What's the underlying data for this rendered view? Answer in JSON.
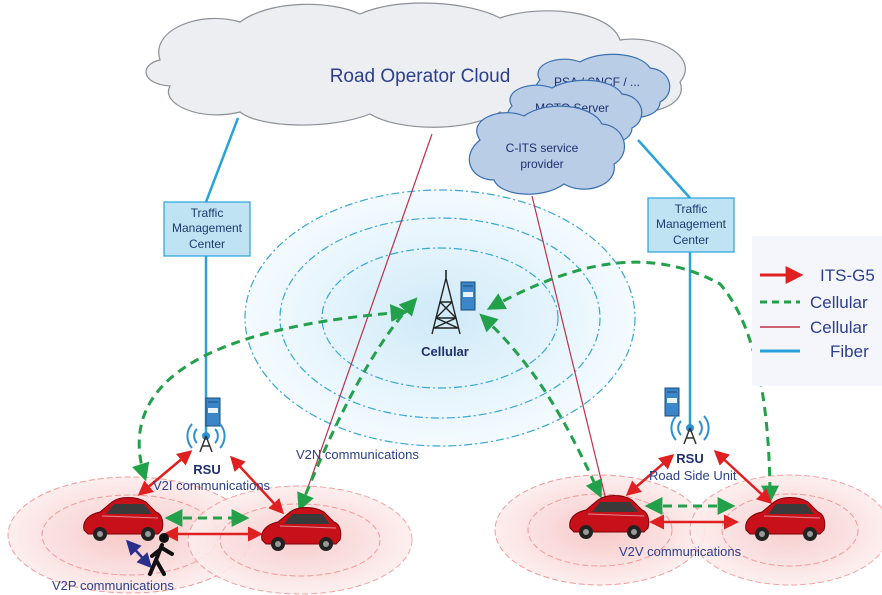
{
  "cloud": {
    "road_operator": "Road Operator Cloud",
    "psa": "PSA / SNCF / ...",
    "mcto": "MCTO Server",
    "cits_line1": "C-ITS service",
    "cits_line2": "provider"
  },
  "tmc_left": {
    "line1": "Traffic",
    "line2": "Management",
    "line3": "Center"
  },
  "tmc_right": {
    "line1": "Traffic",
    "line2": "Management",
    "line3": "Center"
  },
  "cellular_label": "Cellular",
  "rsu_left": "RSU",
  "rsu_right": "RSU",
  "labels": {
    "v2n": "V2N communications",
    "v2i": "V2I communications",
    "v2p": "V2P communications",
    "v2v": "V2V communications",
    "road_side_unit": "Road Side Unit"
  },
  "legend": [
    {
      "label": "ITS-G5",
      "color": "#e02020",
      "style": "solid-arrow"
    },
    {
      "label": "Cellular",
      "color": "#22a04a",
      "style": "dashed"
    },
    {
      "label": "Cellular",
      "color": "#c0304a",
      "style": "thin"
    },
    {
      "label": "Fiber",
      "color": "#29a3d9",
      "style": "solid"
    }
  ],
  "colors": {
    "its_g5": "#e02020",
    "cellular_dashed": "#22a04a",
    "cellular_thin": "#c0304a",
    "fiber": "#29a3d9",
    "cloud_main": "#eceef2",
    "cloud_small": "#b9cde6",
    "tmc_box": "#bfe3f3",
    "car": "#c8101a"
  },
  "icons": {
    "cellular_tower": "cell-tower-icon",
    "rsu": "rsu-antenna-icon",
    "server": "server-icon",
    "car": "car-icon",
    "pedestrian": "pedestrian-icon"
  }
}
